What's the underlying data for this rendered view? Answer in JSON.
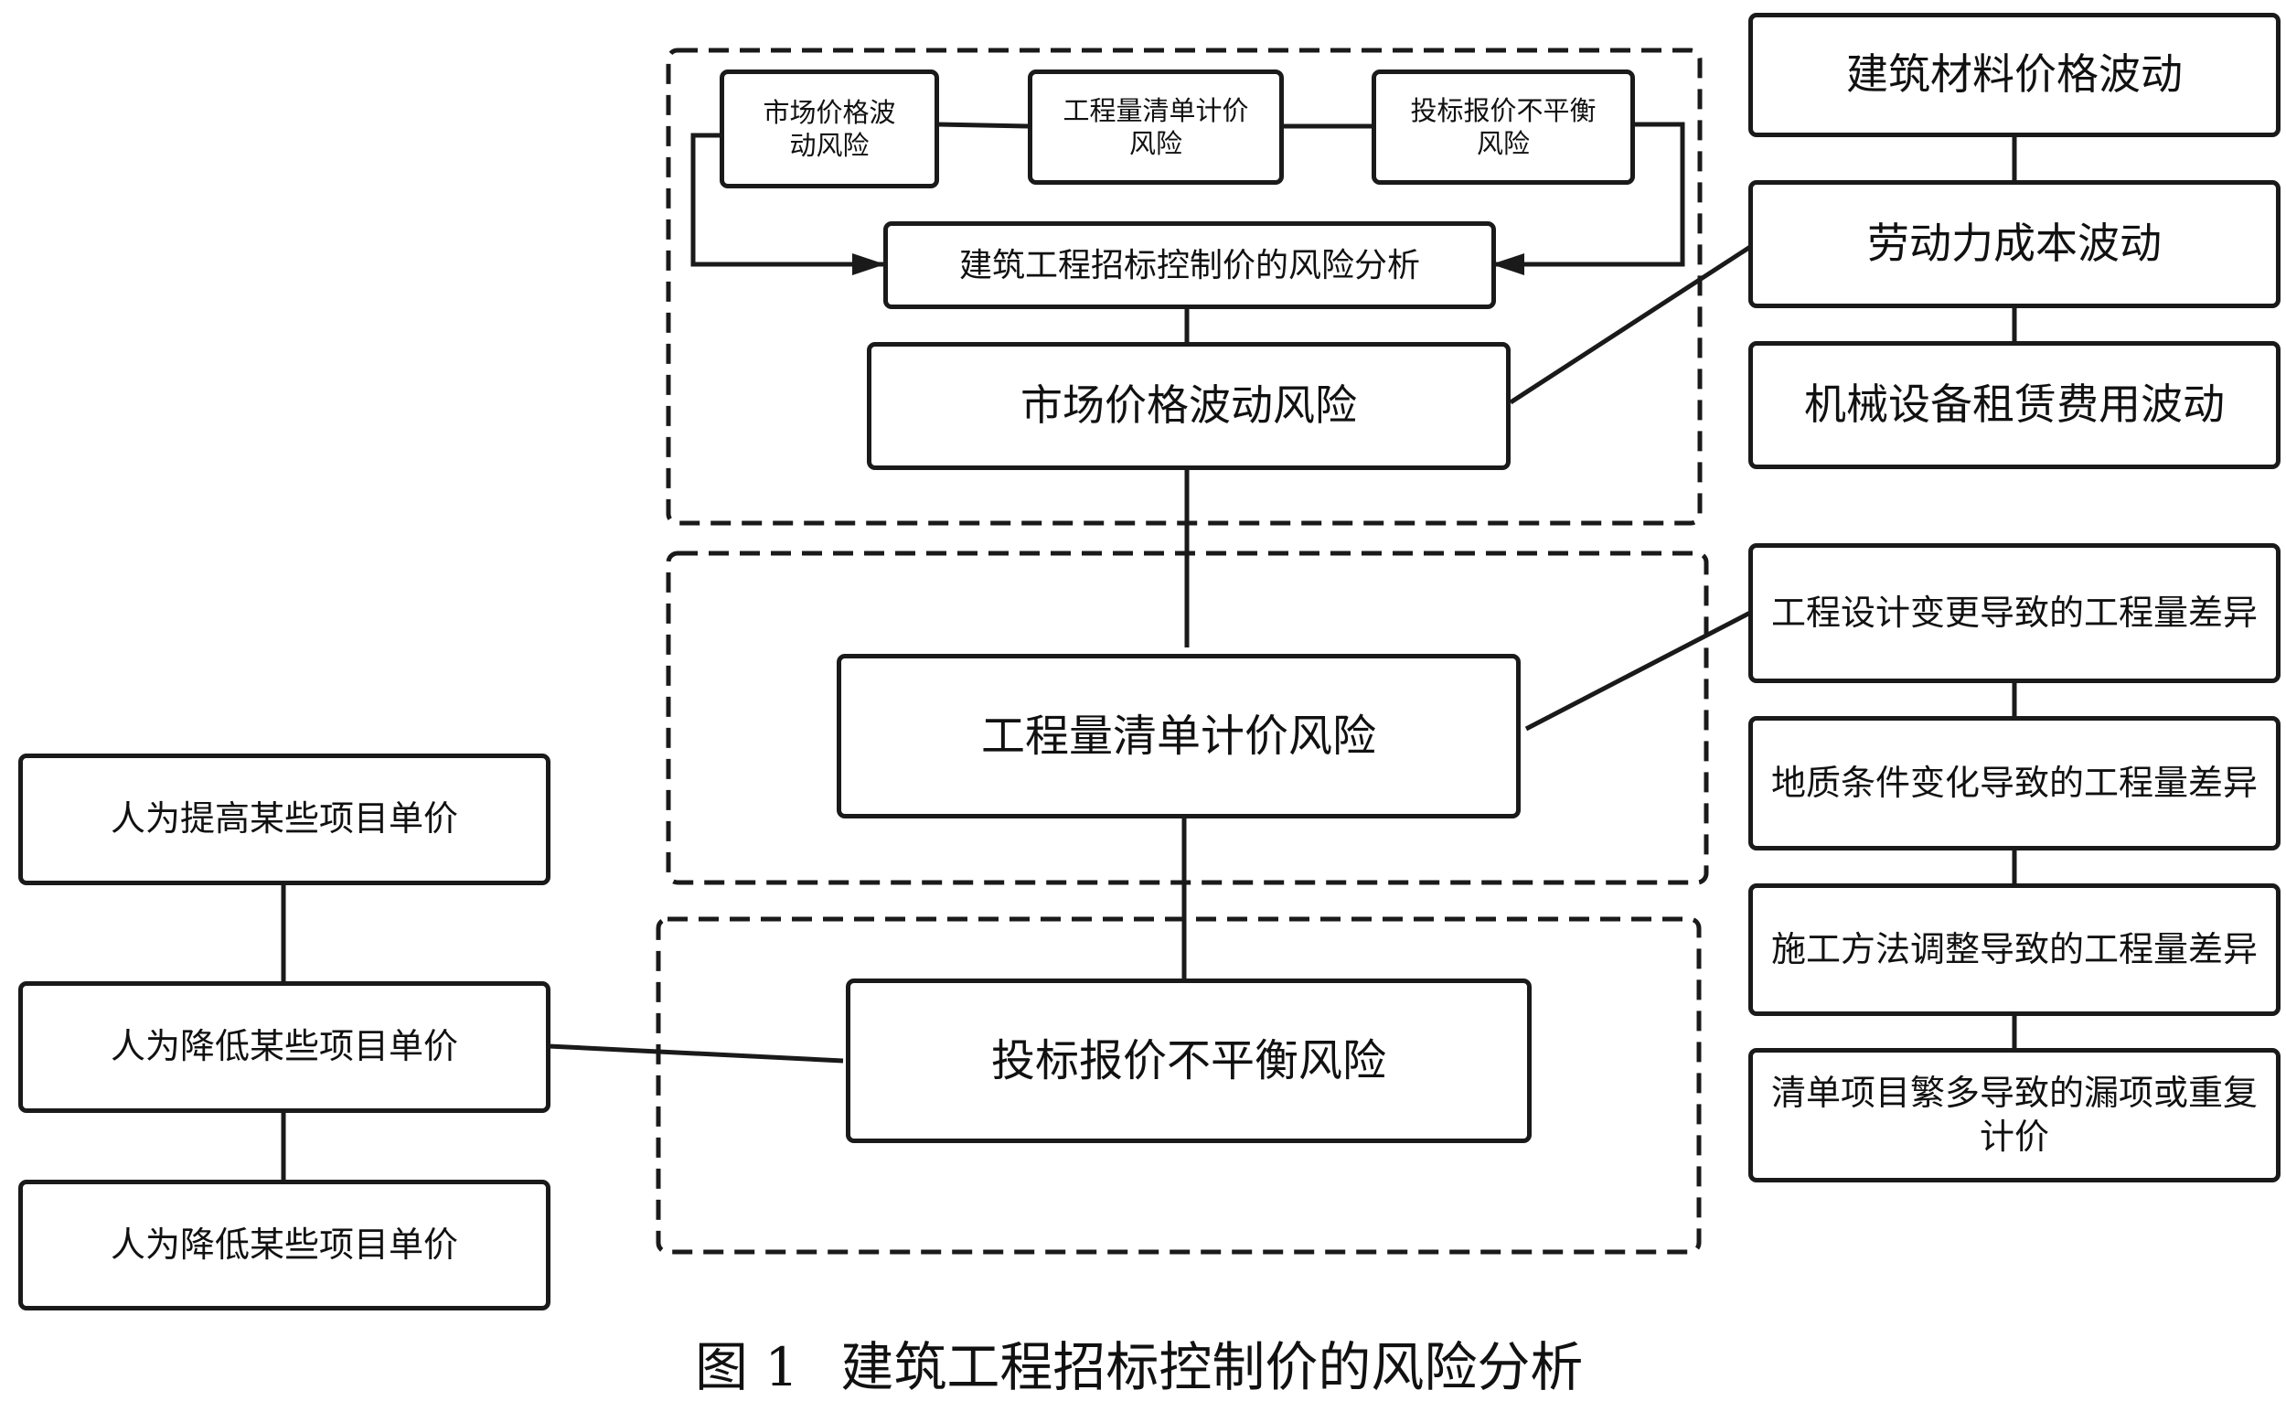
{
  "diagram": {
    "group1": {
      "top_boxes": [
        "市场价格波\n动风险",
        "工程量清单计价\n风险",
        "投标报价不平衡\n风险"
      ],
      "analysis": "建筑工程招标控制价的风险分析",
      "main": "市场价格波动风险"
    },
    "group2": {
      "main": "工程量清单计价风险"
    },
    "group3": {
      "main": "投标报价不平衡风险"
    },
    "right_market": [
      "建筑材料价格波动",
      "劳动力成本波动",
      "机械设备租赁费用波动"
    ],
    "right_quantity": [
      "工程设计变更导致的工程量差异",
      "地质条件变化导致的工程量差异",
      "施工方法调整导致的工程量差异",
      "清单项目繁多导致的漏项或重复\n计价"
    ],
    "left_bid": [
      "人为提高某些项目单价",
      "人为降低某些项目单价",
      "人为降低某些项目单价"
    ]
  },
  "caption": {
    "number": "图 1",
    "title": "建筑工程招标控制价的风险分析"
  }
}
